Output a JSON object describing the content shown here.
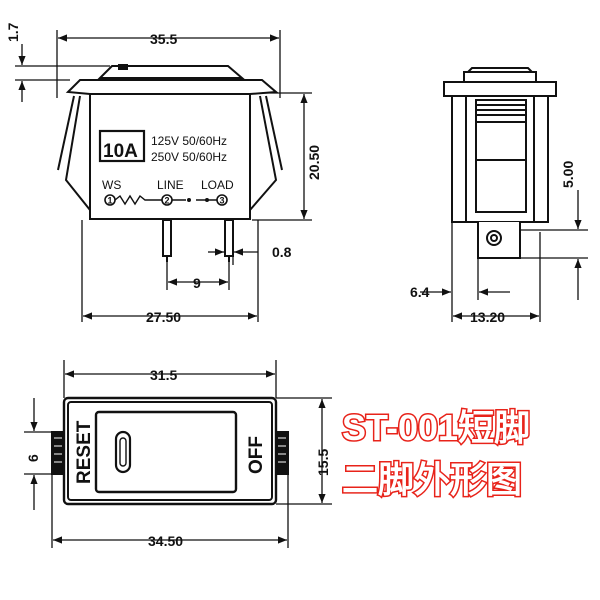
{
  "dimensions": {
    "top_offset": "1.7",
    "width_top": "35.5",
    "height_side": "20.50",
    "pin_thickness": "0.8",
    "pin_pitch": "9",
    "width_bottom": "27.50",
    "side_height": "5.00",
    "side_offset": "6.4",
    "side_width": "13.20",
    "front_inner_width": "31.5",
    "front_left_height": "6",
    "front_height": "15.5",
    "front_outer_width": "34.50"
  },
  "labels": {
    "rating": "10A",
    "voltage_1": "125V 50/60Hz",
    "voltage_2": "250V 50/60Hz",
    "terminal_ws": "WS",
    "terminal_line": "LINE",
    "terminal_load": "LOAD",
    "pin_1": "1",
    "pin_2": "2",
    "pin_3": "3",
    "reset": "RESET",
    "off": "OFF"
  },
  "title": {
    "line1": "ST-001短脚",
    "line2": "二脚外形图"
  },
  "colors": {
    "line": "#111111",
    "title_outline": "#e8231a"
  }
}
